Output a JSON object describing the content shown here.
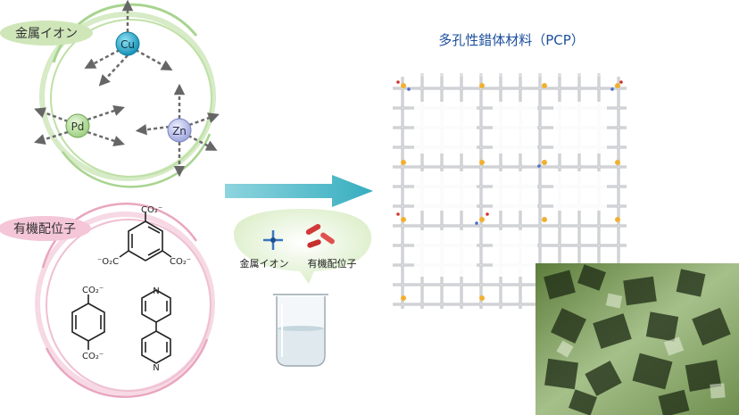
{
  "metal_ions": {
    "label": "金属イオン",
    "ions": [
      "Cu",
      "Pd",
      "Zn"
    ]
  },
  "organic_ligands": {
    "label": "有機配位子",
    "ligand1": {
      "top": "CO₂⁻",
      "left": "⁻O₂C",
      "right": "CO₂⁻"
    },
    "ligand2": {
      "top": "CO₂⁻",
      "bottom": "CO₂⁻"
    },
    "ligand3": {
      "n_top": "N",
      "n_bottom": "N"
    }
  },
  "beaker": {
    "metal_label": "金属イオン",
    "ligand_label": "有機配位子"
  },
  "pcp": {
    "title": "多孔性錯体材料（PCP）"
  },
  "colors": {
    "cu": "#1ba0c6",
    "pd": "#a8d48f",
    "zn": "#b7bde8",
    "arrow": "#45b9c8",
    "metal_label_bg": "#cfe6b9",
    "ligand_label_bg": "#f4c6d7",
    "title": "#1c4f9c"
  }
}
